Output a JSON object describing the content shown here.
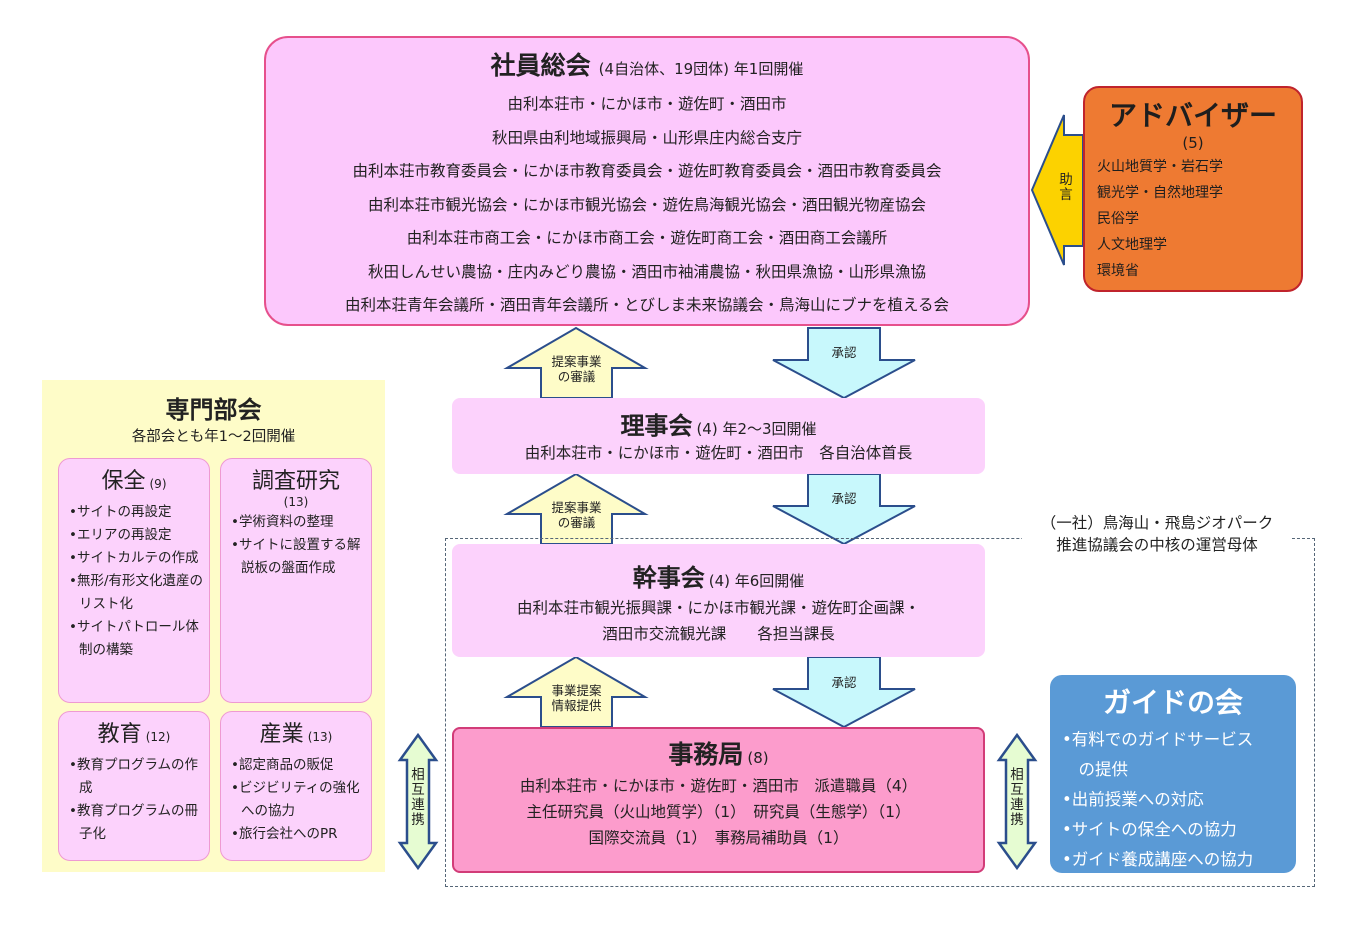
{
  "general_assembly": {
    "title": "社員総会",
    "detail": "(4自治体、19団体)  年1回開催",
    "lines": [
      "由利本荘市・にかほ市・遊佐町・酒田市",
      "秋田県由利地域振興局・山形県庄内総合支庁",
      "由利本荘市教育委員会・にかほ市教育委員会・遊佐町教育委員会・酒田市教育委員会",
      "由利本荘市観光協会・にかほ市観光協会・遊佐鳥海観光協会・酒田観光物産協会",
      "由利本荘市商工会・にかほ市商工会・遊佐町商工会・酒田商工会議所",
      "秋田しんせい農協・庄内みどり農協・酒田市袖浦農協・秋田県漁協・山形県漁協",
      "由利本荘青年会議所・酒田青年会議所・とびしま未来協議会・鳥海山にブナを植える会"
    ]
  },
  "advisors": {
    "title": "アドバイザー",
    "count": "(5)",
    "items": [
      "火山地質学・岩石学",
      "観光学・自然地理学",
      "民俗学",
      "人文地理学",
      "環境省"
    ],
    "arrow_label": "助言"
  },
  "board": {
    "title": "理事会",
    "detail": "(4) 年2～3回開催",
    "line": "由利本荘市・にかほ市・遊佐町・酒田市　各自治体首長"
  },
  "executive": {
    "title": "幹事会",
    "detail": "(4) 年6回開催",
    "lines": [
      "由利本荘市観光振興課・にかほ市観光課・遊佐町企画課・",
      "酒田市交流観光課　　各担当課長"
    ]
  },
  "secretariat": {
    "title": "事務局",
    "detail": "(8)",
    "lines": [
      "由利本荘市・にかほ市・遊佐町・酒田市　派遣職員（4）",
      "主任研究員（火山地質学）（1）　研究員（生態学）（1）",
      "国際交流員（1）　事務局補助員（1）"
    ]
  },
  "guide": {
    "title": "ガイドの会",
    "items": [
      "•有料でのガイドサービス",
      "　の提供",
      "•出前授業への対応",
      "•サイトの保全への協力",
      "•ガイド養成講座への協力"
    ]
  },
  "specialist": {
    "title": "専門部会",
    "subtitle": "各部会とも年1～2回開催",
    "conservation": {
      "title": "保全",
      "count": "(9)",
      "items": [
        "•サイトの再設定",
        "•エリアの再設定",
        "•サイトカルテの作成",
        "•無形/有形文化遺産のリスト化",
        "•サイトパトロール体制の構築"
      ]
    },
    "research": {
      "title": "調査研究",
      "count": "(13)",
      "items": [
        "•学術資料の整理",
        "•サイトに設置する解説板の盤面作成"
      ]
    },
    "education": {
      "title": "教育",
      "count": "(12)",
      "items": [
        "•教育プログラムの作成",
        "•教育プログラムの冊子化"
      ]
    },
    "industry": {
      "title": "産業",
      "count": "(13)",
      "items": [
        "•認定商品の販促",
        "•ビジビリティの強化への協力",
        "•旅行会社へのPR"
      ]
    }
  },
  "dashed_label": [
    "（一社）鳥海山・飛島ジオパーク",
    "推進協議会の中核の運営母体"
  ],
  "arrows": {
    "proposal_review_1": [
      "提案事業",
      "の審議"
    ],
    "approval_1": "承認",
    "proposal_review_2": [
      "提案事業",
      "の審議"
    ],
    "approval_2": "承認",
    "business_proposal": [
      "事業提案",
      "情報提供"
    ],
    "approval_3": "承認",
    "mutual_left": "相互連携",
    "mutual_right": "相互連携"
  },
  "colors": {
    "pink_light": "#fcd2fc",
    "pink_border": "#e6508c",
    "secretariat_fill": "#fc9ccc",
    "advisor_fill": "#ee7a32",
    "guide_fill": "#5a9ad6",
    "specialist_fill": "#fefcc8",
    "arrow_up_fill": "#fefcc8",
    "arrow_down_fill": "#c8f8fc",
    "advice_arrow_fill": "#fcd200",
    "mutual_arrow_fill": "#e6fcd2"
  }
}
